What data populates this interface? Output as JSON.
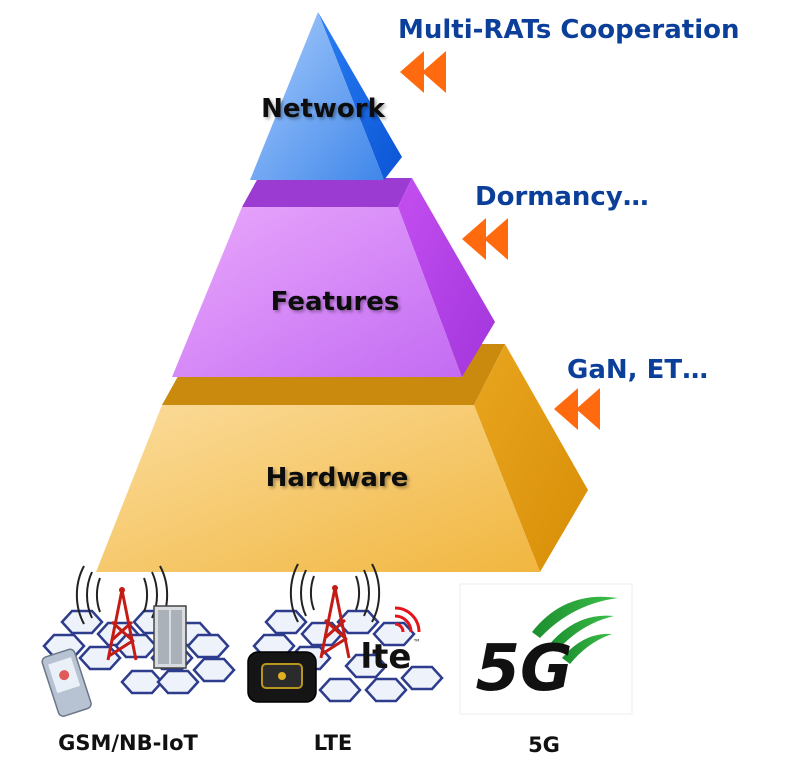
{
  "pyramid": {
    "layers": [
      {
        "id": "network",
        "label": "Network",
        "note": "Multi-RATs Cooperation"
      },
      {
        "id": "features",
        "label": "Features",
        "note": "Dormancy…"
      },
      {
        "id": "hardware",
        "label": "Hardware",
        "note": "GaN, ET…"
      }
    ]
  },
  "technologies": [
    {
      "id": "gsm",
      "label": "GSM/NB-IoT",
      "icon": "cell-tower-base-station-icon"
    },
    {
      "id": "lte",
      "label": "LTE",
      "icon": "cell-tower-lte-router-icon"
    },
    {
      "id": "5g",
      "label": "5G",
      "icon": "5g-logo-icon"
    }
  ],
  "logos": {
    "lte": "lte",
    "lte_tm": "™",
    "fiveg": "5G"
  },
  "colors": {
    "network": "#3d8cf0",
    "features": "#cf6ff7",
    "hardware": "#f4c25a",
    "note_text": "#0b3f99",
    "arrow": "#ff6a0f"
  }
}
